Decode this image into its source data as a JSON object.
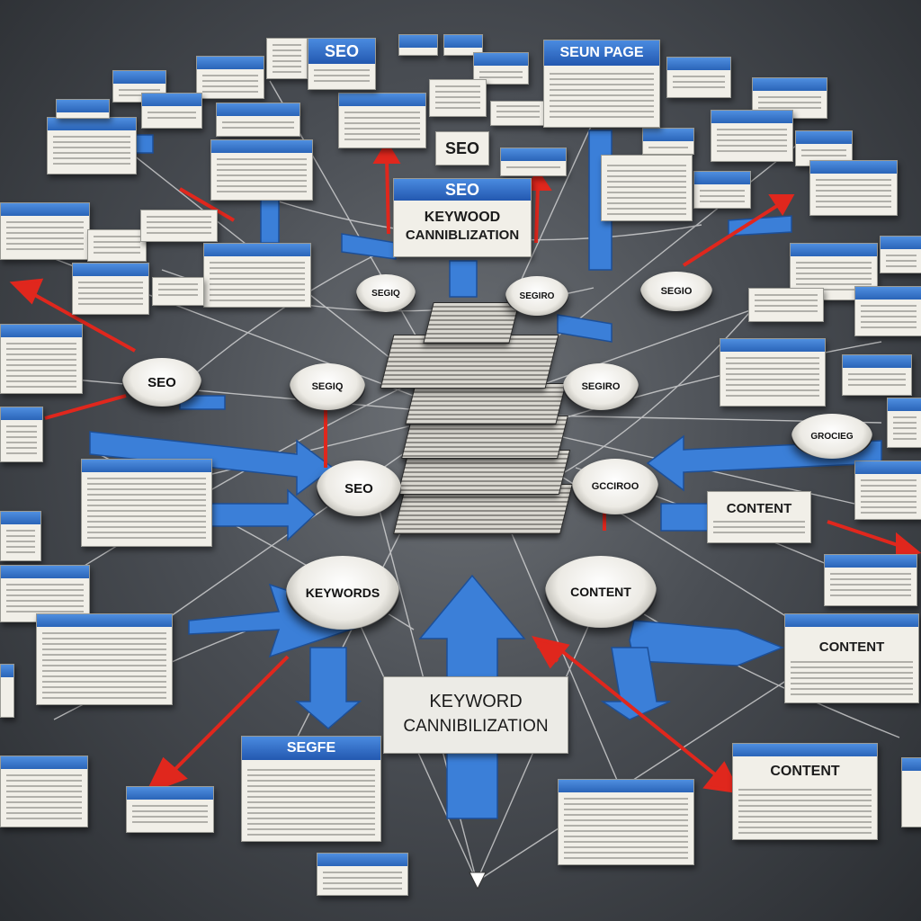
{
  "banners": {
    "top_center": "SEO",
    "top_right": "SEUN PAGE"
  },
  "labels": {
    "top_left_seo": "SEO",
    "mid_seo": "SEO",
    "main_title_line1": "KEYWOOD",
    "main_title_line2": "CANNIBLIZATION",
    "bottom_title_line1": "KEYWORD",
    "bottom_title_line2": "CANNIBILIZATION",
    "content_right": "CONTENT",
    "content_card_right": "CONTENT",
    "content_bottom_right": "CONTENT",
    "card_bottom_seo": "SEGFE"
  },
  "nodes": {
    "seo_left": "SEO",
    "seo_center": "SEO",
    "keywords": "KEYWORDS",
    "content": "CONTENT",
    "node_a": "SEGIQ",
    "node_b": "SEGIRO",
    "node_c": "SEGIO",
    "node_d": "SEGIQ",
    "node_e": "SEGIRO",
    "node_f": "GCCIROO",
    "node_g": "GROCIEG"
  },
  "colors": {
    "accent_blue": "#3a7bd5",
    "arrow_red": "#e0271d",
    "background": "#4a4e54"
  }
}
